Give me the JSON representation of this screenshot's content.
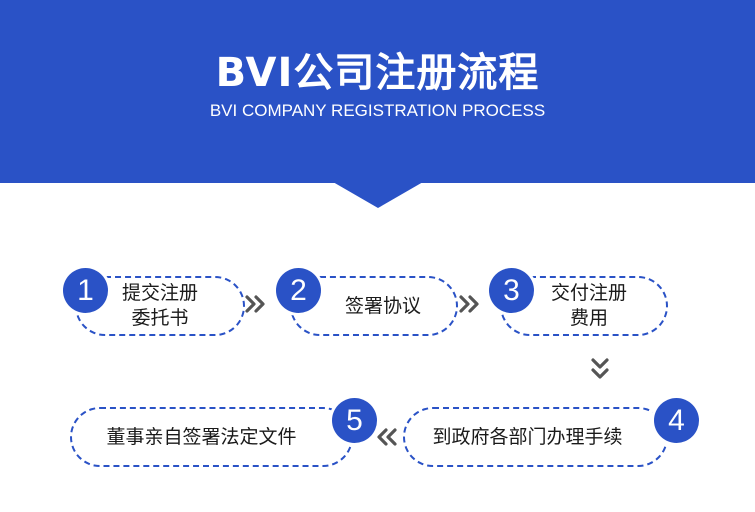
{
  "header": {
    "title": "BVI公司注册流程",
    "subtitle": "BVI COMPANY REGISTRATION PROCESS"
  },
  "steps": [
    {
      "number": "1",
      "lines": [
        "提交注册",
        "委托书"
      ]
    },
    {
      "number": "2",
      "lines": [
        "签署协议"
      ]
    },
    {
      "number": "3",
      "lines": [
        "交付注册",
        "费用"
      ]
    },
    {
      "number": "4",
      "lines": [
        "到政府各部门办理手续"
      ]
    },
    {
      "number": "5",
      "lines": [
        "董事亲自签署法定文件"
      ]
    }
  ],
  "colors": {
    "brand_blue": "#2a52c6",
    "arrow_gray": "#555555"
  },
  "icons": [
    "chevron-right-double-icon",
    "chevron-down-double-icon",
    "chevron-left-double-icon"
  ]
}
